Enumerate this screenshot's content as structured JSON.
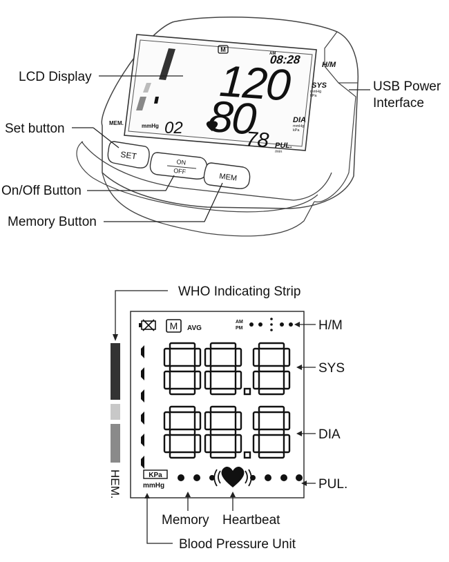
{
  "device": {
    "lcd": {
      "memory_badge": "M",
      "am_label": "AM",
      "time": "08:28",
      "systolic": "120",
      "diastolic": "80",
      "memory_number": "02",
      "pulse": "78",
      "unit": "mmHg",
      "mem_label": "MEM.",
      "side_labels": {
        "hm": "H/M",
        "sys": "SYS",
        "sys_units": [
          "mmHg",
          "kPa"
        ],
        "dia": "DIA",
        "dia_units": [
          "mmHg",
          "kPa"
        ],
        "pul": "PUL.",
        "pul_unit": "/min"
      }
    },
    "buttons": {
      "set": "SET",
      "on": "ON",
      "off": "OFF",
      "mem": "MEM"
    }
  },
  "callouts": {
    "lcd_display": "LCD Display",
    "set_button": "Set button",
    "onoff_button": "On/Off Button",
    "memory_button": "Memory Button",
    "usb_line1": "USB Power",
    "usb_line2": "Interface"
  },
  "lcd_detail": {
    "memory_badge": "M",
    "avg": "AVG",
    "am": "AM",
    "pm": "PM",
    "unit_kpa": "KPa",
    "unit_mmhg": "mmHg",
    "hem_label": "HEM.",
    "callouts": {
      "who_strip": "WHO Indicating Strip",
      "hm": "H/M",
      "sys": "SYS",
      "dia": "DIA",
      "pul": "PUL.",
      "memory": "Memory",
      "heartbeat": "Heartbeat",
      "bp_unit": "Blood Pressure Unit"
    }
  }
}
